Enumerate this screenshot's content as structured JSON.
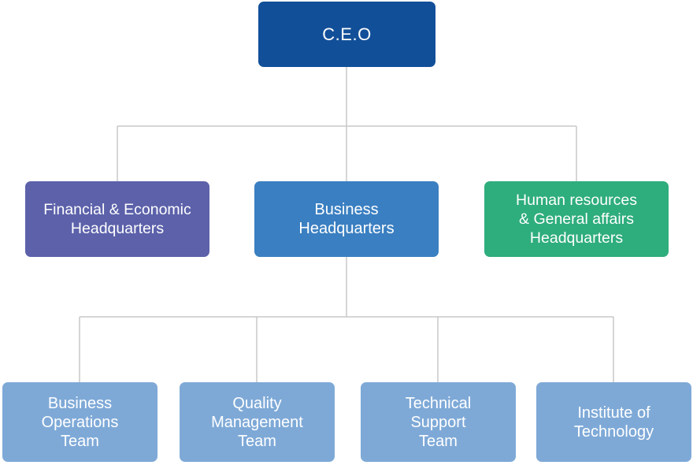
{
  "org": {
    "ceo": "C.E.O",
    "headquarters": [
      {
        "id": "fin",
        "label": "Financial & Economic\nHeadquarters",
        "color": "#5c61aa"
      },
      {
        "id": "biz",
        "label": "Business\nHeadquarters",
        "color": "#3a7fc1"
      },
      {
        "id": "hr",
        "label": "Human resources\n& General affairs\nHeadquarters",
        "color": "#2ead7d"
      }
    ],
    "teams": [
      {
        "label": "Business\nOperations\nTeam"
      },
      {
        "label": "Quality\nManagement\nTeam"
      },
      {
        "label": "Technical\nSupport\nTeam"
      },
      {
        "label": "Institute of\nTechnology"
      }
    ]
  },
  "colors": {
    "ceo": "#124f99",
    "team": "#7ea9d7",
    "connector": "#c8c8c8"
  }
}
